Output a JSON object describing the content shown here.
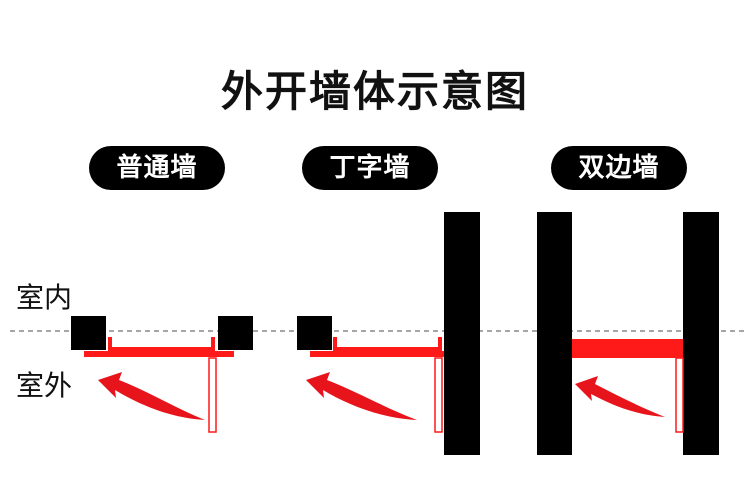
{
  "title": "外开墙体示意图",
  "labels": {
    "ordinary": "普通墙",
    "t_wall": "丁字墙",
    "double": "双边墙",
    "indoor": "室内",
    "outdoor": "室外"
  },
  "colors": {
    "wall": "#000000",
    "door": "#ff1a1a",
    "arrow": "#e8141b",
    "divider": "#888888"
  }
}
